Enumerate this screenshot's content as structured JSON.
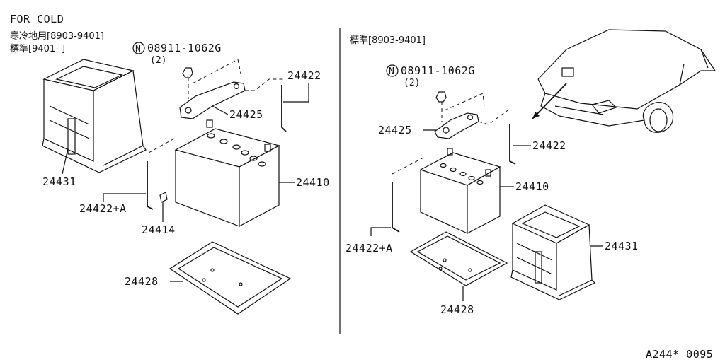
{
  "left": {
    "heading": "FOR COLD",
    "note_cold": "寒冷地用[8903-9401]",
    "note_std": "標準[9401-     ]",
    "bolt_part": "08911-1062G",
    "bolt_qty": "(2)",
    "bolt_symbol": "N",
    "parts": {
      "p24422": "24422",
      "p24425": "24425",
      "p24431": "24431",
      "p24410": "24410",
      "p24422A": "24422+A",
      "p24414": "24414",
      "p24428": "24428"
    }
  },
  "right": {
    "note_std": "標準[8903-9401]",
    "bolt_part": "08911-1062G",
    "bolt_qty": "(2)",
    "bolt_symbol": "N",
    "parts": {
      "p24425": "24425",
      "p24422": "24422",
      "p24410": "24410",
      "p24422A": "24422+A",
      "p24431": "24431",
      "p24428": "24428"
    }
  },
  "footer": {
    "code": "A244* 0095"
  }
}
